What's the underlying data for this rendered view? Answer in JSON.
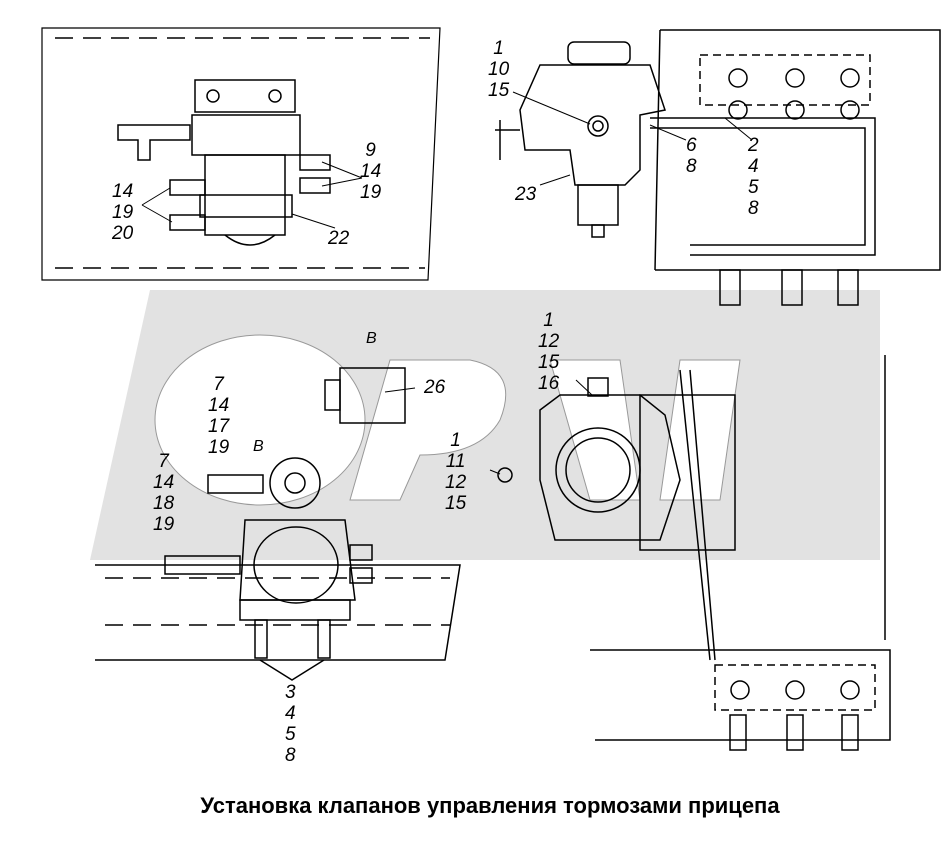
{
  "title": "Установка клапанов управления тормозами прицепа",
  "callouts": {
    "top_left_right": [
      "9",
      "14",
      "19"
    ],
    "top_left_left": [
      "14",
      "19",
      "20"
    ],
    "top_left_bottom": [
      "22"
    ],
    "top_right_valve": [
      "1",
      "10",
      "15"
    ],
    "top_right_mid": [
      "6",
      "8"
    ],
    "top_right_side": [
      "2",
      "4",
      "5",
      "8"
    ],
    "top_right_bottom": [
      "23"
    ],
    "view_b_title": "В",
    "view_b_item": [
      "26"
    ],
    "mid_left_upper": [
      "7",
      "14",
      "17",
      "19"
    ],
    "mid_left_b": "В",
    "mid_left_lower": [
      "7",
      "14",
      "18",
      "19"
    ],
    "mid_right_upper": [
      "1",
      "12",
      "15",
      "16"
    ],
    "mid_right_left": [
      "1",
      "11",
      "12",
      "15"
    ],
    "bottom": [
      "3",
      "4",
      "5",
      "8"
    ]
  }
}
